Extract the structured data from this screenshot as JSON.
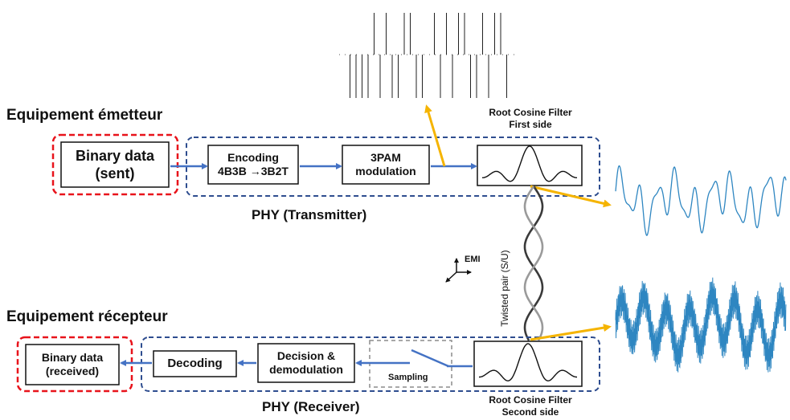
{
  "transmitter": {
    "equipment_label": "Equipement émetteur",
    "binary_data": [
      "Binary data",
      "(sent)"
    ],
    "encoding": [
      "Encoding",
      "4B3B →3B2T"
    ],
    "modulation": [
      "3PAM",
      "modulation"
    ],
    "filter_caption": [
      "Root Cosine Filter",
      "First side"
    ],
    "phy_label": "PHY (Transmitter)"
  },
  "receiver": {
    "equipment_label": "Equipement récepteur",
    "binary_data": [
      "Binary data",
      "(received)"
    ],
    "decoding": "Decoding",
    "decision": [
      "Decision &",
      "demodulation"
    ],
    "sampling": "Sampling",
    "filter_caption": [
      "Root Cosine Filter",
      "Second side"
    ],
    "phy_label": "PHY (Receiver)"
  },
  "channel": {
    "twisted_pair_label": "Twisted pair (S/U)",
    "emi_label": "EMI"
  },
  "colors": {
    "red_dash": "#e8131b",
    "blue_dash": "#2e4d8f",
    "arrow_blue": "#4472c4",
    "arrow_yellow": "#f5b400",
    "signal_blue": "#2e86c1",
    "grey_dash": "#8c8c8c"
  }
}
